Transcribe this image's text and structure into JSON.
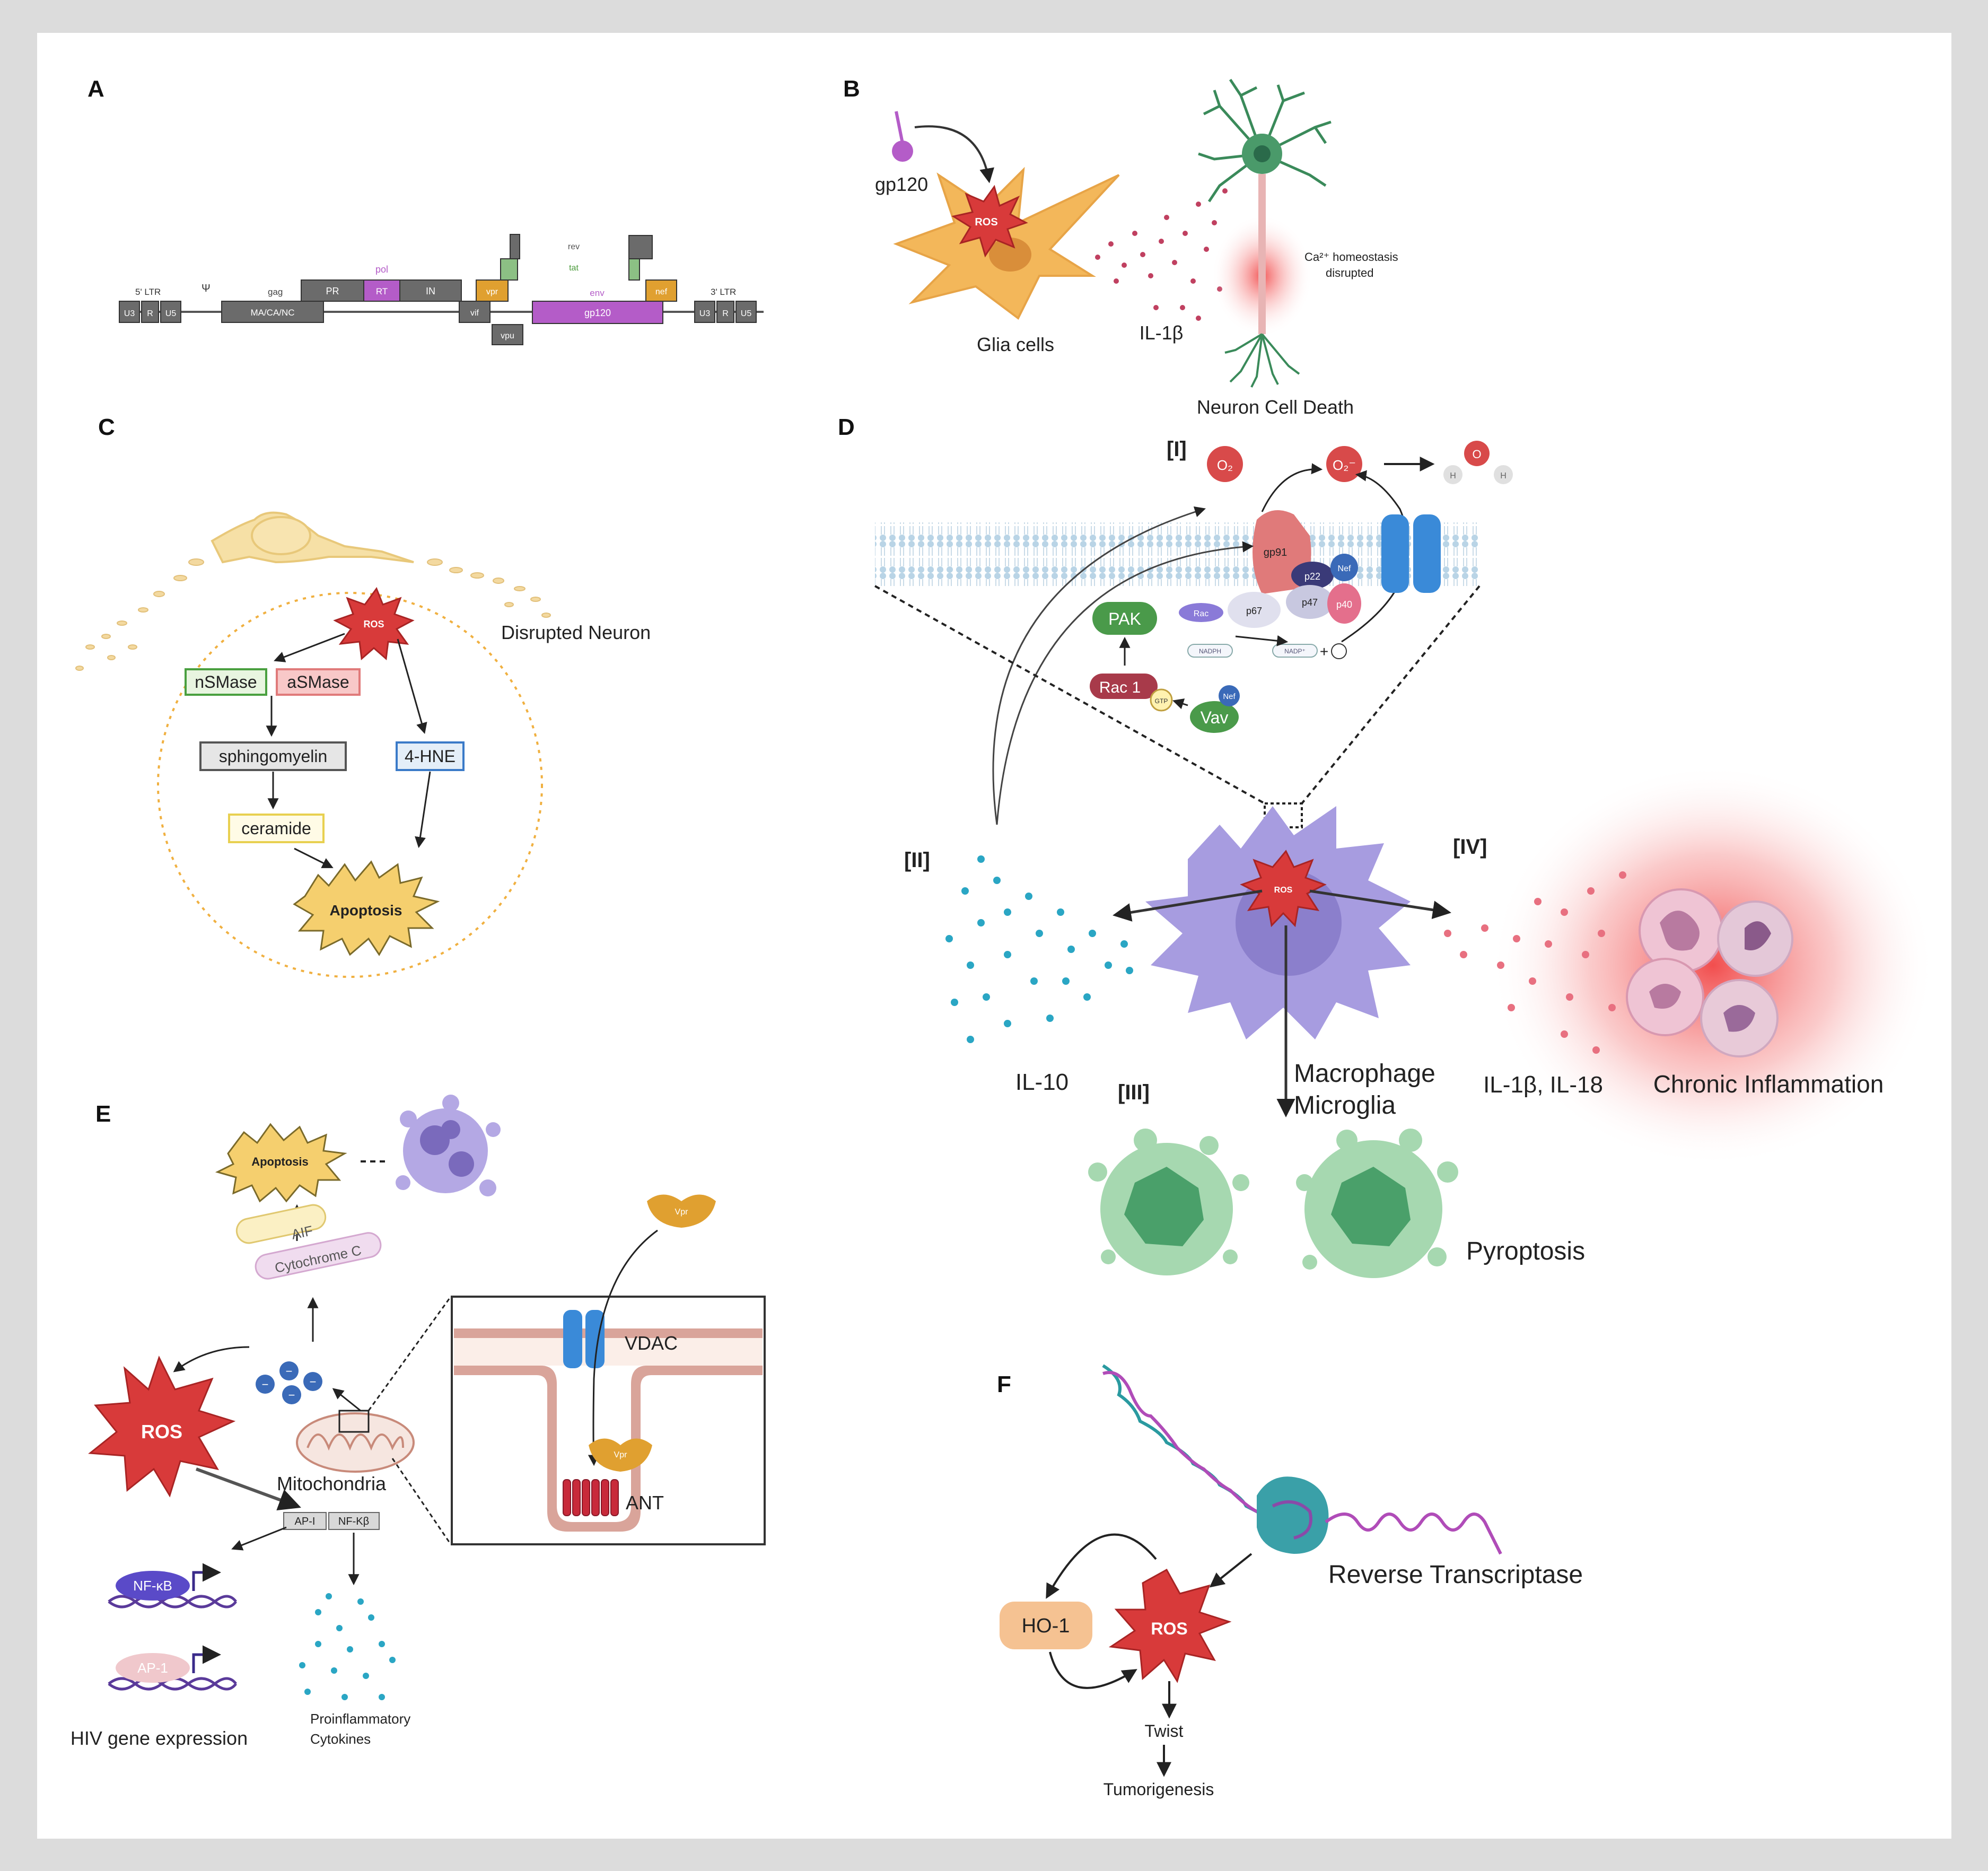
{
  "panels": {
    "A": {
      "letter": "A",
      "ltr5": "5' LTR",
      "ltr3": "3' LTR",
      "u3": "U3",
      "r": "R",
      "u5": "U5",
      "psi": "Ψ",
      "gag": "gag",
      "ma_ca_nc": "MA/CA/NC",
      "pol": "pol",
      "pr": "PR",
      "rt": "RT",
      "in": "IN",
      "vif": "vif",
      "vpr": "vpr",
      "vpu": "vpu",
      "rev": "rev",
      "tat": "tat",
      "env": "env",
      "gp120": "gp120",
      "nef": "nef"
    },
    "B": {
      "letter": "B",
      "gp120": "gp120",
      "ros": "ROS",
      "glia": "Glia cells",
      "il1b": "IL-1β",
      "ca_line1": "Ca²⁺ homeostasis",
      "ca_line2": "disrupted",
      "neuron_death": "Neuron Cell Death"
    },
    "C": {
      "letter": "C",
      "ros": "ROS",
      "disrupted": "Disrupted Neuron",
      "nsmase": "nSMase",
      "asmase": "aSMase",
      "sphingomyelin": "sphingomyelin",
      "hne": "4-HNE",
      "ceramide": "ceramide",
      "apoptosis": "Apoptosis"
    },
    "D": {
      "letter": "D",
      "i": "[I]",
      "ii": "[II]",
      "iii": "[III]",
      "iv": "[IV]",
      "o2": "O₂",
      "o2minus": "O₂⁻",
      "h": "H",
      "o": "O",
      "gp91": "gp91",
      "p22": "p22",
      "nef": "Nef",
      "p67": "p67",
      "p47": "p47",
      "p40": "p40",
      "rac": "Rac",
      "nadph": "NADPH",
      "nadp": "NADP⁺",
      "plus": "+",
      "pak": "PAK",
      "rac1": "Rac 1",
      "gtp": "GTP",
      "vav": "Vav",
      "ros": "ROS",
      "il10": "IL-10",
      "macrophage": "Macrophage",
      "microglia": "Microglia",
      "il1b18": "IL-1β, IL-18",
      "chronic": "Chronic Inflammation",
      "pyroptosis": "Pyroptosis"
    },
    "E": {
      "letter": "E",
      "apoptosis": "Apoptosis",
      "aif": "AIF",
      "cytc": "Cytochrome C",
      "ros": "ROS",
      "mito": "Mitochondria",
      "ap1_box": "AP-I",
      "nfkb_box": "NF-Κβ",
      "nfkb": "NF-κB",
      "ap1": "AP-1",
      "hiv": "HIV gene expression",
      "cyto1": "Proinflammatory",
      "cyto2": "Cytokines",
      "vpr": "Vpr",
      "vdac": "VDAC",
      "ant": "ANT",
      "minus": "−"
    },
    "F": {
      "letter": "F",
      "rt": "Reverse Transcriptase",
      "ho1": "HO-1",
      "ros": "ROS",
      "twist": "Twist",
      "tumor": "Tumorigenesis"
    }
  },
  "colors": {
    "gene_box": "#6b6b6b",
    "pol_purple": "#b45cc8",
    "orange_gene": "#e0a030",
    "green_gene": "#8cc084",
    "glia": "#f3b75a",
    "ros_red": "#d83a3a",
    "macrophage": "#a79ce0",
    "pyro_green": "#8cc89a",
    "cytokine_blue": "#2aa6c4",
    "inflammation_red": "#f04a4a",
    "dna_purple": "#b04cb8",
    "dna_teal": "#2a9aa0"
  }
}
